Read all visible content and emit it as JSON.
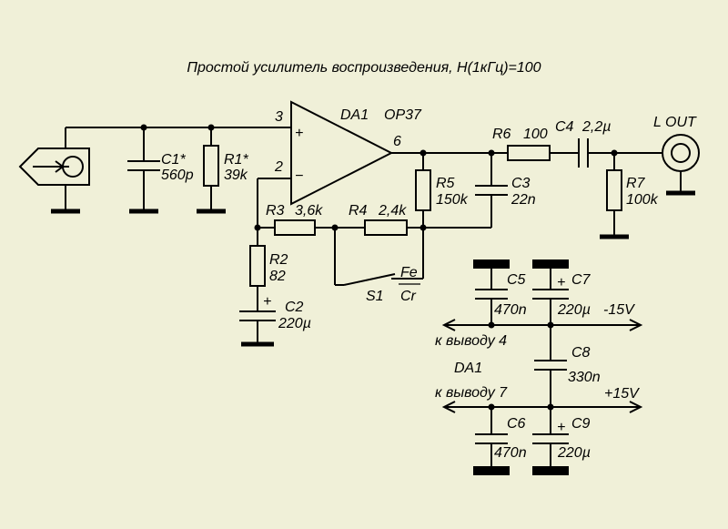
{
  "title": "Простой усилитель воспроизведения, H(1кГц)=100",
  "opamp": {
    "name": "DA1",
    "part": "OP37",
    "pin_in_plus": "3",
    "pin_in_minus": "2",
    "pin_out": "6",
    "plus_sign": "+",
    "minus_sign": "−"
  },
  "components": {
    "c1": {
      "ref": "C1*",
      "value": "560p"
    },
    "r1": {
      "ref": "R1*",
      "value": "39k"
    },
    "r2": {
      "ref": "R2",
      "value": "82"
    },
    "c2": {
      "ref": "C2",
      "value": "220µ",
      "polarity": "+"
    },
    "r3": {
      "ref": "R3",
      "value": "3,6k"
    },
    "r4": {
      "ref": "R4",
      "value": "2,4k"
    },
    "r5": {
      "ref": "R5",
      "value": "150k"
    },
    "c3": {
      "ref": "C3",
      "value": "22n"
    },
    "r6": {
      "ref": "R6",
      "value": "100"
    },
    "c4": {
      "ref": "C4",
      "value": "2,2µ"
    },
    "r7": {
      "ref": "R7",
      "value": "100k"
    },
    "c5": {
      "ref": "C5",
      "value": "470n"
    },
    "c7": {
      "ref": "C7",
      "value": "220µ",
      "polarity": "+"
    },
    "c8": {
      "ref": "C8",
      "value": "330n"
    },
    "c6": {
      "ref": "C6",
      "value": "470n"
    },
    "c9": {
      "ref": "C9",
      "value": "220µ",
      "polarity": "+"
    }
  },
  "switch": {
    "ref": "S1",
    "pos_a": "Fe",
    "pos_b": "Cr"
  },
  "output": {
    "label": "L OUT"
  },
  "power": {
    "neg": "-15V",
    "pos": "+15V",
    "pin4": "к выводу 4",
    "pin7": "к выводу 7",
    "da1": "DA1"
  },
  "colors": {
    "background": "#f0f0d8",
    "ink": "#000000"
  }
}
